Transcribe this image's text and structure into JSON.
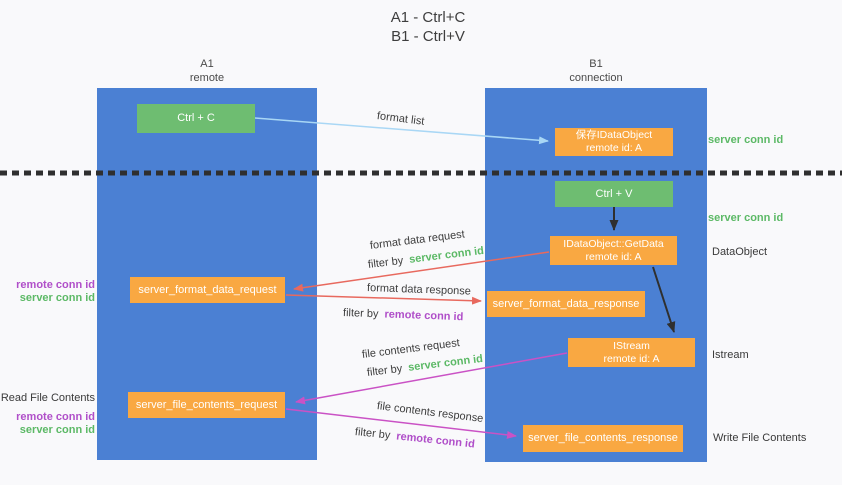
{
  "title": {
    "line1": "A1 - Ctrl+C",
    "line2": "B1 - Ctrl+V"
  },
  "lanes": {
    "a": {
      "name": "A1",
      "role": "remote"
    },
    "b": {
      "name": "B1",
      "role": "connection"
    }
  },
  "nodes": {
    "ctrl_c": "Ctrl + C",
    "ctrl_v": "Ctrl + V",
    "save_object": {
      "line1": "保存IDataObject",
      "line2": "remote id: A"
    },
    "getdata": {
      "line1": "IDataObject::GetData",
      "line2": "remote id: A"
    },
    "istream": {
      "line1": "IStream",
      "line2": "remote id: A"
    },
    "format_request": "server_format_data_request",
    "format_response": "server_format_data_response",
    "file_request": "server_file_contents_request",
    "file_response": "server_file_contents_response"
  },
  "arrow_labels": {
    "format_list": "format list",
    "format_data_request": "format data request",
    "format_data_response": "format data response",
    "file_contents_request": "file contents request",
    "file_contents_response": "file contents response",
    "filter_by": "filter by"
  },
  "conn_ids": {
    "server": "server conn id",
    "remote": "remote conn id"
  },
  "side_labels": {
    "dataobject": "DataObject",
    "istream": "Istream",
    "write_file": "Write File Contents",
    "read_file": "Read File Contents"
  },
  "colors": {
    "lane_blue": "#4b80d3",
    "node_green": "#6ebd71",
    "node_orange": "#f9a842",
    "id_green": "#5cb966",
    "id_purple": "#b04fc9",
    "arrow_red": "#e8695e",
    "arrow_magenta": "#ca52c5",
    "arrow_lightblue": "#a9d7f5",
    "arrow_black": "#2f2f2f",
    "background": "#f9f9fb"
  }
}
